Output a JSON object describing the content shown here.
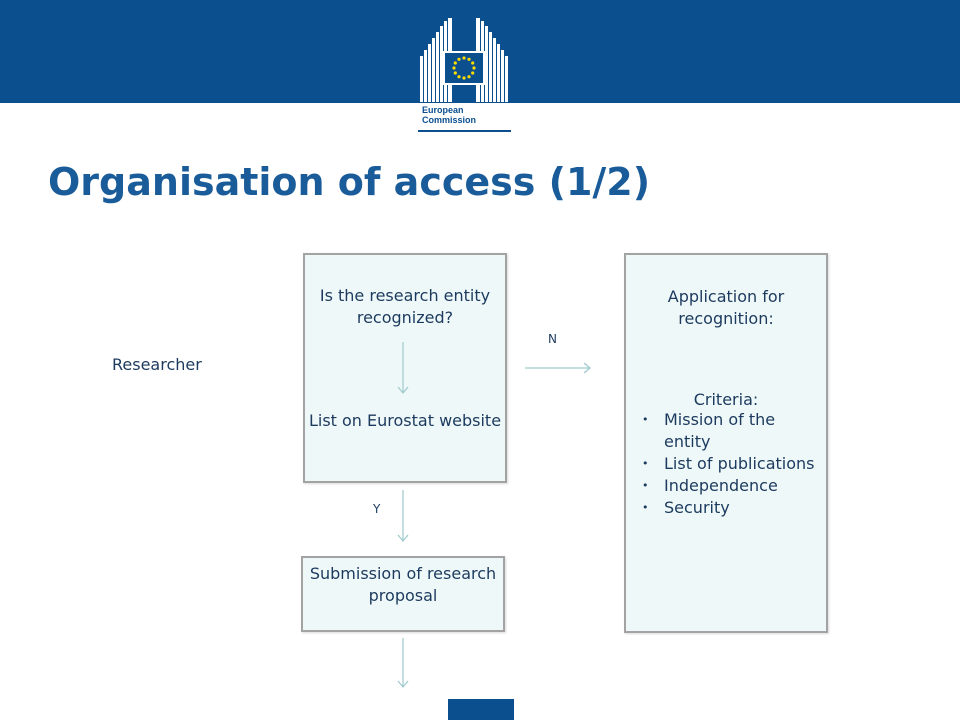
{
  "logo": {
    "line1": "European",
    "line2": "Commission"
  },
  "slide": {
    "title": "Organisation of access (1/2)"
  },
  "diagram": {
    "actor": "Researcher",
    "question_box": {
      "question": "Is the research entity recognized?",
      "check": "List on Eurostat website"
    },
    "application_box": {
      "heading": "Application for recognition:",
      "criteria_label": "Criteria:",
      "criteria": [
        "Mission of the entity",
        "List of publications",
        "Independence",
        "Security"
      ]
    },
    "submission_box": {
      "label": "Submission of research proposal"
    },
    "edge_no_label": "N",
    "edge_yes_label": "Y"
  },
  "colors": {
    "brand_blue": "#0b4f8f",
    "title_blue": "#1a5c99",
    "box_fill": "#eef8f8",
    "box_border": "#a3a3a3",
    "arrow": "#9ec9cc",
    "eu_yellow": "#ffdd00"
  }
}
